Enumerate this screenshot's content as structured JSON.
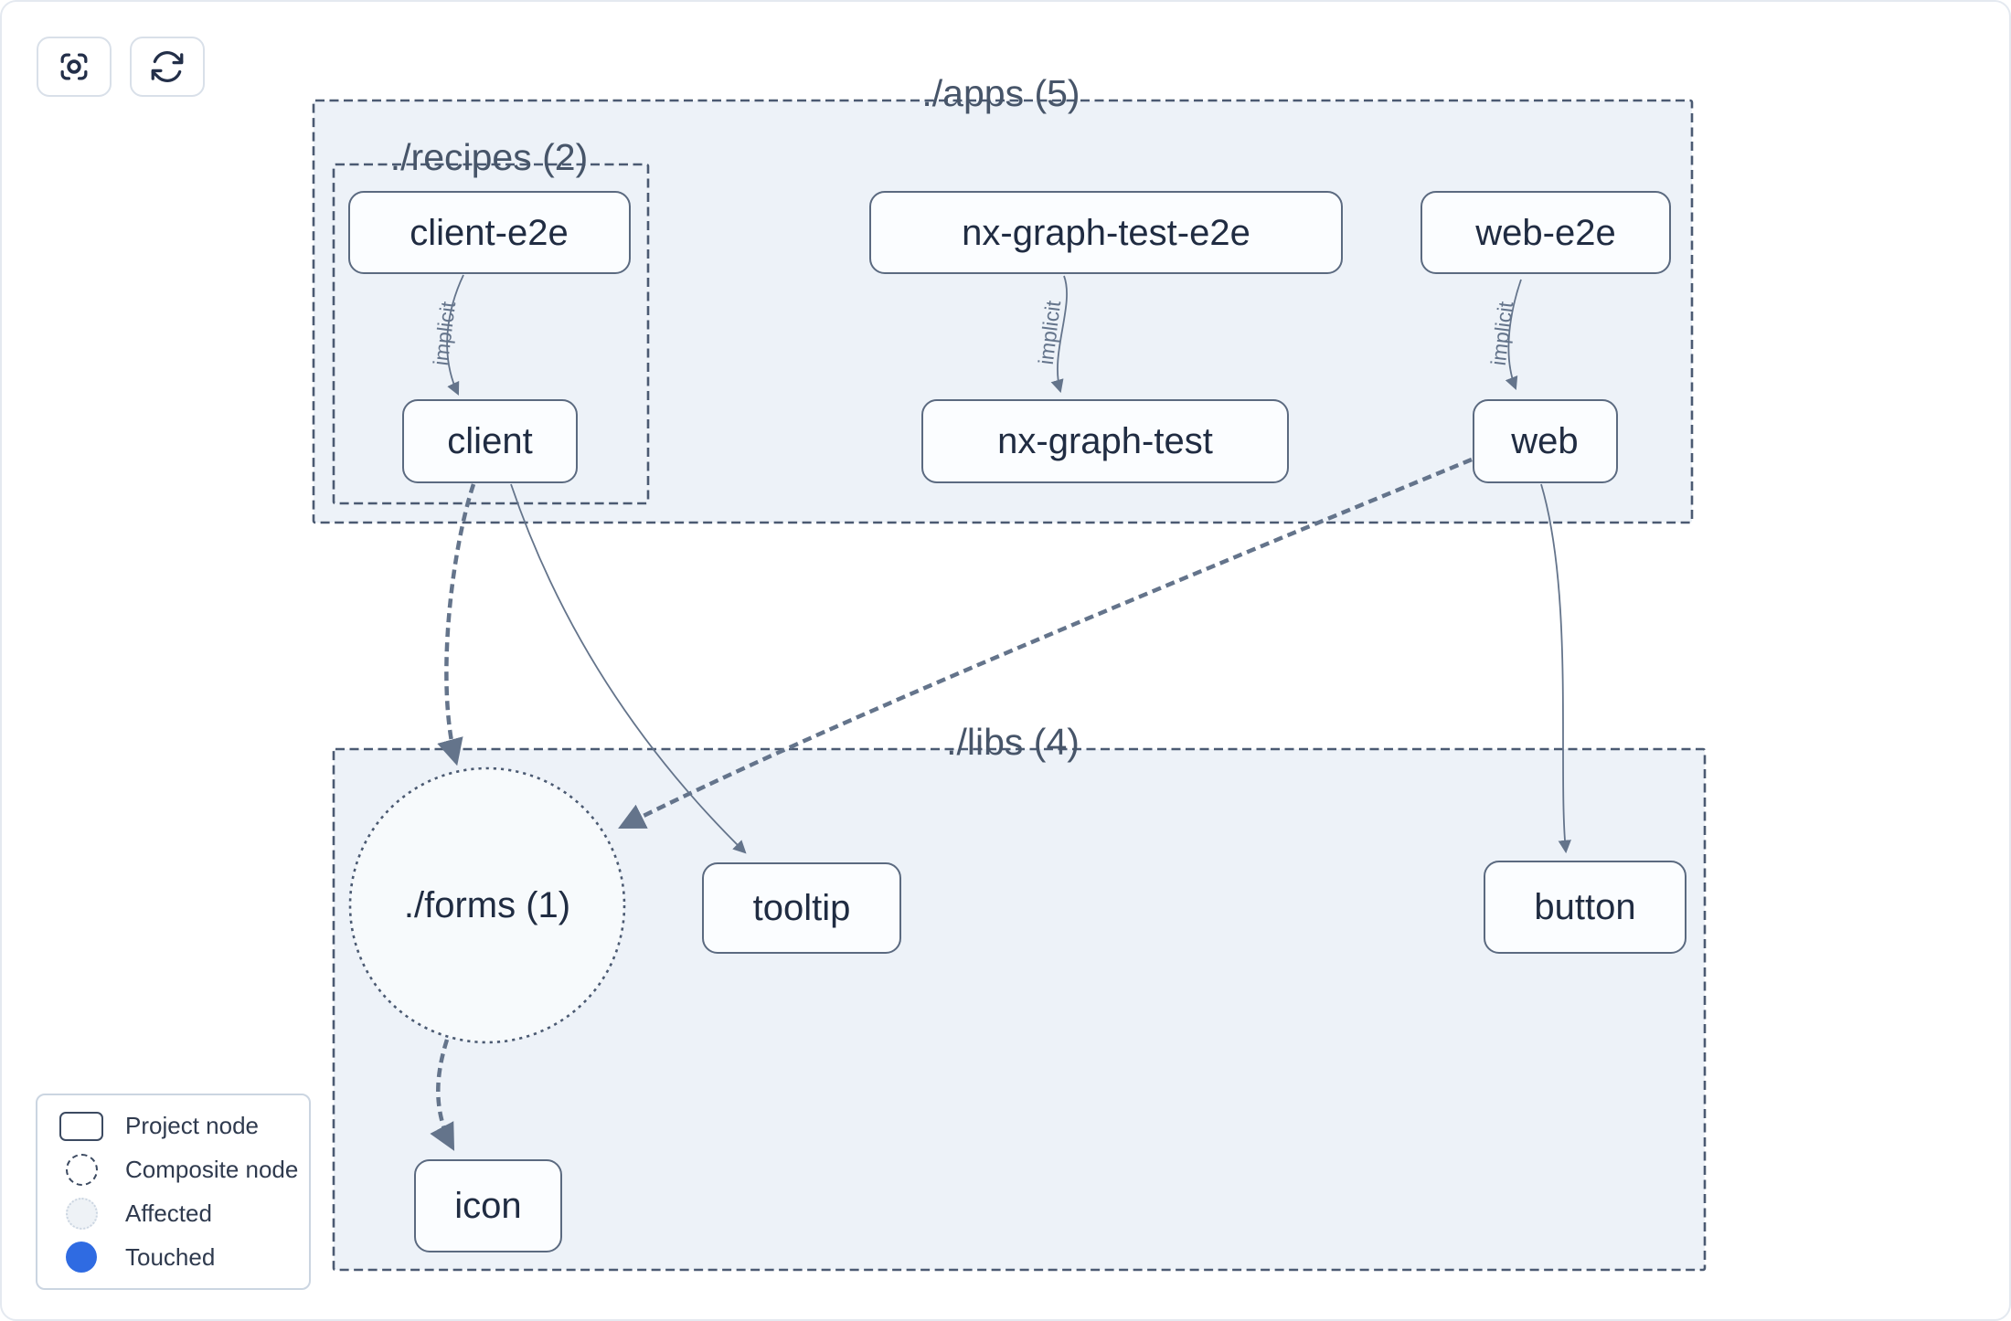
{
  "toolbar": {
    "buttons": [
      {
        "name": "focus",
        "icon": "focus-crosshair-icon"
      },
      {
        "name": "refresh",
        "icon": "refresh-cycle-icon"
      }
    ]
  },
  "graph": {
    "edge_label": "implicit",
    "containers": [
      {
        "id": "apps",
        "label": "./apps (5)"
      },
      {
        "id": "recipes",
        "label": "./recipes (2)"
      },
      {
        "id": "libs",
        "label": "./libs (4)"
      }
    ],
    "composite_node": {
      "label": "./forms (1)"
    },
    "nodes": [
      {
        "id": "client-e2e",
        "label": "client-e2e"
      },
      {
        "id": "nx-graph-test-e2e",
        "label": "nx-graph-test-e2e"
      },
      {
        "id": "web-e2e",
        "label": "web-e2e"
      },
      {
        "id": "client",
        "label": "client"
      },
      {
        "id": "nx-graph-test",
        "label": "nx-graph-test"
      },
      {
        "id": "web",
        "label": "web"
      },
      {
        "id": "tooltip",
        "label": "tooltip"
      },
      {
        "id": "button",
        "label": "button"
      },
      {
        "id": "icon",
        "label": "icon"
      }
    ]
  },
  "legend": {
    "items": [
      {
        "label": "Project node",
        "swatch": "project-node-swatch"
      },
      {
        "label": "Composite node",
        "swatch": "composite-node-swatch"
      },
      {
        "label": "Affected",
        "swatch": "affected-swatch"
      },
      {
        "label": "Touched",
        "swatch": "touched-swatch"
      }
    ]
  },
  "colors": {
    "container_fill": "#edf2f8",
    "container_border": "#4b5a72",
    "node_fill": "#fbfdff",
    "node_border": "#5b6a80",
    "node_text": "#202c42",
    "container_title": "#475569",
    "edge": "#64748b",
    "touched_blue": "#2f6be2",
    "affected_fill": "#eef2f6",
    "affected_border": "#cbd5e1"
  }
}
